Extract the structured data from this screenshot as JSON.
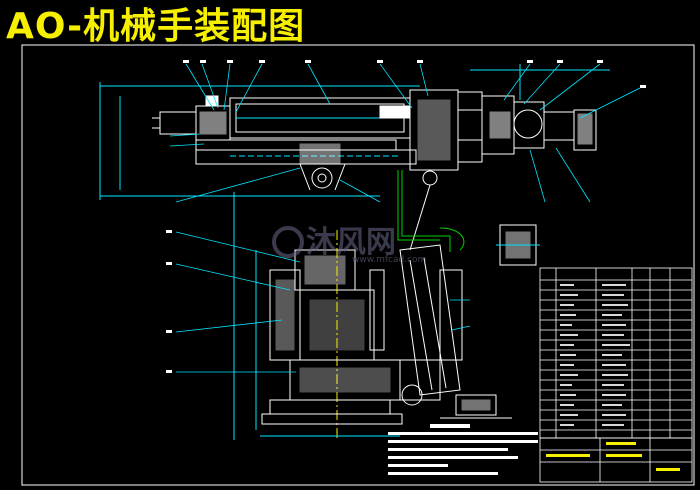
{
  "title": "AO-机械手装配图",
  "watermark": {
    "brand": "沐风网",
    "url": "www.mfcad.com"
  },
  "colors": {
    "background": "#000000",
    "title": "#f6f000",
    "line_white": "#ffffff",
    "line_cyan": "#00e5ff",
    "line_yellow": "#f6f000",
    "line_green": "#00d000"
  }
}
